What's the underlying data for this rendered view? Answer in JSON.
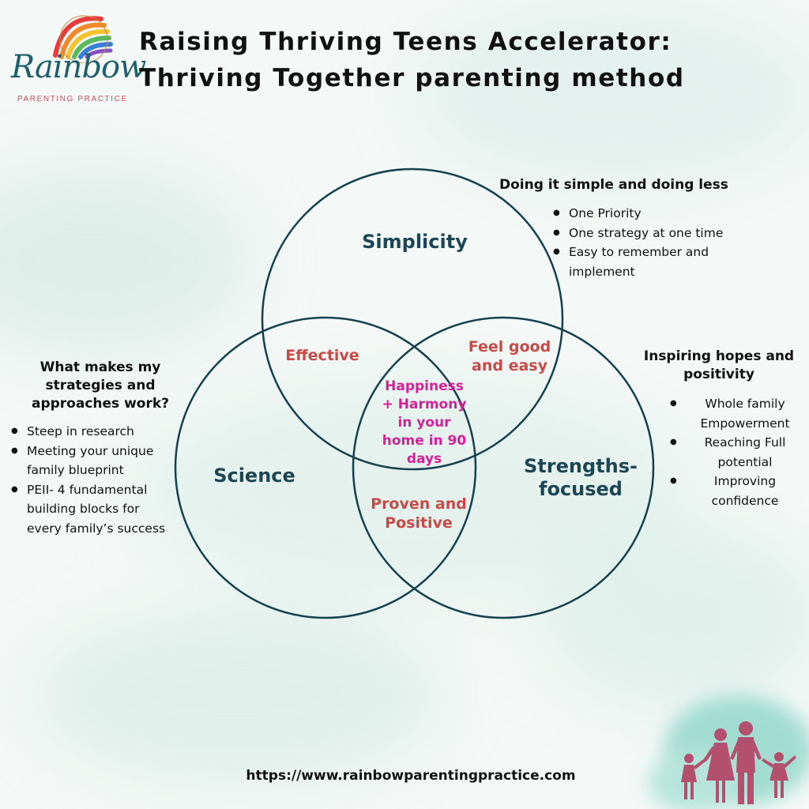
{
  "logo": {
    "word": "Rainbow",
    "tagline": "PARENTING PRACTICE",
    "rainbow_colors": [
      "#e83b3b",
      "#f08a2a",
      "#f4c430",
      "#5cb85c",
      "#3a7fd5",
      "#8a4fc7"
    ]
  },
  "title": {
    "line1": "Raising Thriving Teens Accelerator:",
    "line2": "Thriving Together parenting method"
  },
  "venn": {
    "top": "Simplicity",
    "left": "Science",
    "right": "Strengths-\nfocused",
    "top_left_overlap": "Effective",
    "top_right_overlap": "Feel good\nand easy",
    "bottom_overlap": "Proven and\nPositive",
    "center": "Happiness\n+ Harmony\nin your\nhome in 90\ndays",
    "circle_color": "#15414f"
  },
  "simplicity_notes": {
    "heading": "Doing it simple and doing less",
    "items": [
      "One Priority",
      "One strategy at one time",
      "Easy to remember and implement"
    ]
  },
  "science_notes": {
    "heading": "What makes my\nstrategies and\napproaches work?",
    "items": [
      "Steep in research",
      "Meeting your unique family blueprint",
      "PEII-  4 fundamental building blocks for every family’s success"
    ]
  },
  "strengths_notes": {
    "heading": "Inspiring hopes and\npositivity",
    "items": [
      "Whole family\nEmpowerment",
      "Reaching Full\npotential",
      "Improving\nconfidence"
    ]
  },
  "footer_url": "https://www.rainbowparentingpractice.com",
  "colors": {
    "main_label": "#1c4654",
    "overlap_label": "#c84a47",
    "center_label": "#d6209a",
    "watercolor": "#8fd6c8",
    "family_silhouette": "#b3506e"
  }
}
